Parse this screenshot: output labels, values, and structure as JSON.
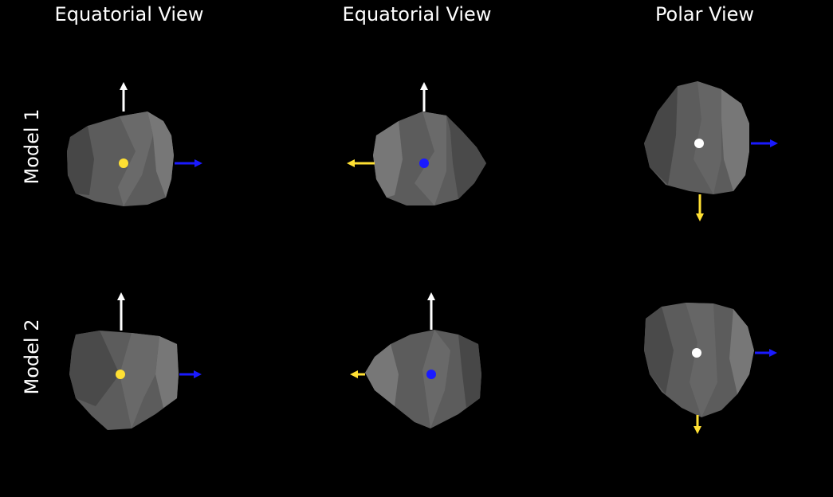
{
  "columns": [
    {
      "title": "Equatorial View"
    },
    {
      "title": "Equatorial View"
    },
    {
      "title": "Polar View"
    }
  ],
  "rows": [
    {
      "label": "Model 1"
    },
    {
      "label": "Model 2"
    }
  ],
  "colors": {
    "background": "#000000",
    "body_fill": "#5c5c5c",
    "body_shade": "#474747",
    "body_light": "#777777",
    "arrow_white": "#ffffff",
    "arrow_yellow": "#ffe033",
    "arrow_blue": "#1a1aff",
    "dot_yellow": "#ffe033",
    "dot_blue": "#1a1aff",
    "dot_white": "#ffffff"
  },
  "icons": {
    "shape_model": "asteroid-shape-icon",
    "axis_arrow": "arrow-icon",
    "axis_dot": "axis-dot-icon"
  }
}
